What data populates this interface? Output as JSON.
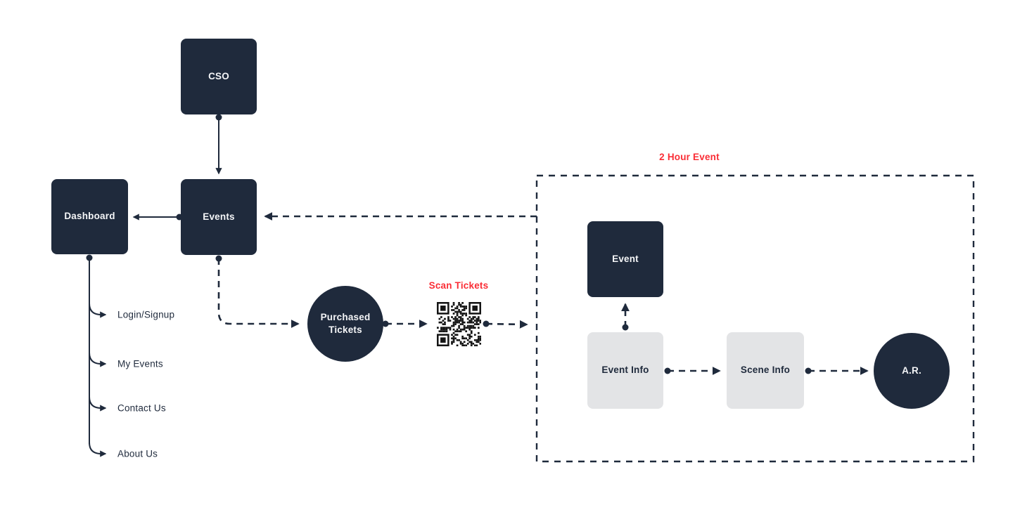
{
  "diagram": {
    "nodes": {
      "cso": {
        "label": "CSO",
        "shape": "rect",
        "theme": "dark"
      },
      "dashboard": {
        "label": "Dashboard",
        "shape": "rect",
        "theme": "dark"
      },
      "events": {
        "label": "Events",
        "shape": "rect",
        "theme": "dark"
      },
      "purchased_tickets": {
        "label": "Purchased Tickets",
        "shape": "circle",
        "theme": "dark"
      },
      "event": {
        "label": "Event",
        "shape": "rect",
        "theme": "dark"
      },
      "event_info": {
        "label": "Event Info",
        "shape": "rect",
        "theme": "light"
      },
      "scene_info": {
        "label": "Scene Info",
        "shape": "rect",
        "theme": "light"
      },
      "ar": {
        "label": "A.R.",
        "shape": "circle",
        "theme": "dark"
      }
    },
    "menu_items": [
      {
        "label": "Login/Signup"
      },
      {
        "label": "My Events"
      },
      {
        "label": "Contact Us"
      },
      {
        "label": "About Us"
      }
    ],
    "annotations": {
      "scan_tickets": "Scan Tickets",
      "two_hour_event": "2 Hour Event"
    },
    "icons": {
      "qr_code": "qr-code-image"
    },
    "colors": {
      "node_dark": "#1f2a3c",
      "node_light": "#e3e4e6",
      "accent_red": "#fa2d35",
      "qr_black": "#151515",
      "background": "#ffffff"
    }
  }
}
